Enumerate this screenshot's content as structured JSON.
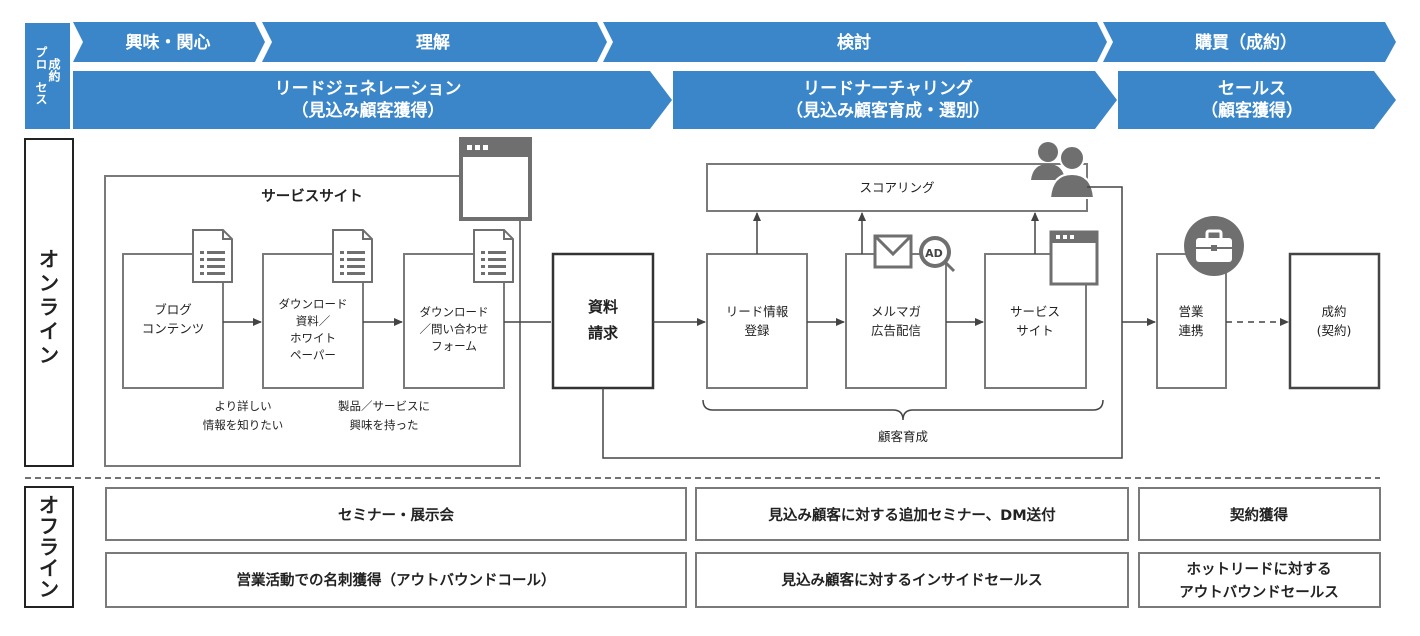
{
  "process_label": [
    "成約",
    "プロ",
    "セス"
  ],
  "stages": {
    "s1": "興味・関心",
    "s2": "理解",
    "s3": "検討",
    "s4": "購買（成約）"
  },
  "phases": {
    "p1": {
      "line1": "リードジェネレーション",
      "line2": "（見込み顧客獲得）"
    },
    "p2": {
      "line1": "リードナーチャリング",
      "line2": "（見込み顧客育成・選別）"
    },
    "p3": {
      "line1": "セールス",
      "line2": "（顧客獲得）"
    }
  },
  "sections": {
    "online": [
      "オ",
      "ン",
      "ラ",
      "イ",
      "ン"
    ],
    "offline": [
      "オ",
      "フ",
      "ラ",
      "イ",
      "ン"
    ]
  },
  "online": {
    "service_site_title": "サービスサイト",
    "blog": [
      "ブログ",
      "コンテンツ"
    ],
    "download": [
      "ダウンロード",
      "資料／",
      "ホワイト",
      "ペーパー"
    ],
    "form": [
      "ダウンロード",
      "／問い合わせ",
      "フォーム"
    ],
    "request": [
      "資料",
      "請求"
    ],
    "caption1": [
      "より詳しい",
      "情報を知りたい"
    ],
    "caption2": [
      "製品／サービスに",
      "興味を持った"
    ],
    "scoring": "スコアリング",
    "lead_register": [
      "リード情報",
      "登録"
    ],
    "mailmag": [
      "メルマガ",
      "広告配信"
    ],
    "service_site2": [
      "サービス",
      "サイト"
    ],
    "nurture": "顧客育成",
    "sales_link": [
      "営業",
      "連携"
    ],
    "deal": [
      "成約",
      "(契約)"
    ],
    "ad_badge": "AD"
  },
  "offline": {
    "seminar": "セミナー・展示会",
    "sales_activity": "営業活動での名刺獲得（アウトバウンドコール）",
    "additional_seminar": "見込み顧客に対する追加セミナー、DM送付",
    "inside_sales": "見込み顧客に対するインサイドセールス",
    "contract": "契約獲得",
    "hot_lead": [
      "ホットリードに対する",
      "アウトバウンドセールス"
    ]
  },
  "colors": {
    "accent_blue": "#3a86c8",
    "box_border": "#7a7a7a",
    "icon_gray": "#6f6f6f"
  },
  "icons": [
    "document-icon",
    "browser-window-icon",
    "people-icon",
    "mail-icon",
    "ad-icon",
    "briefcase-icon"
  ]
}
